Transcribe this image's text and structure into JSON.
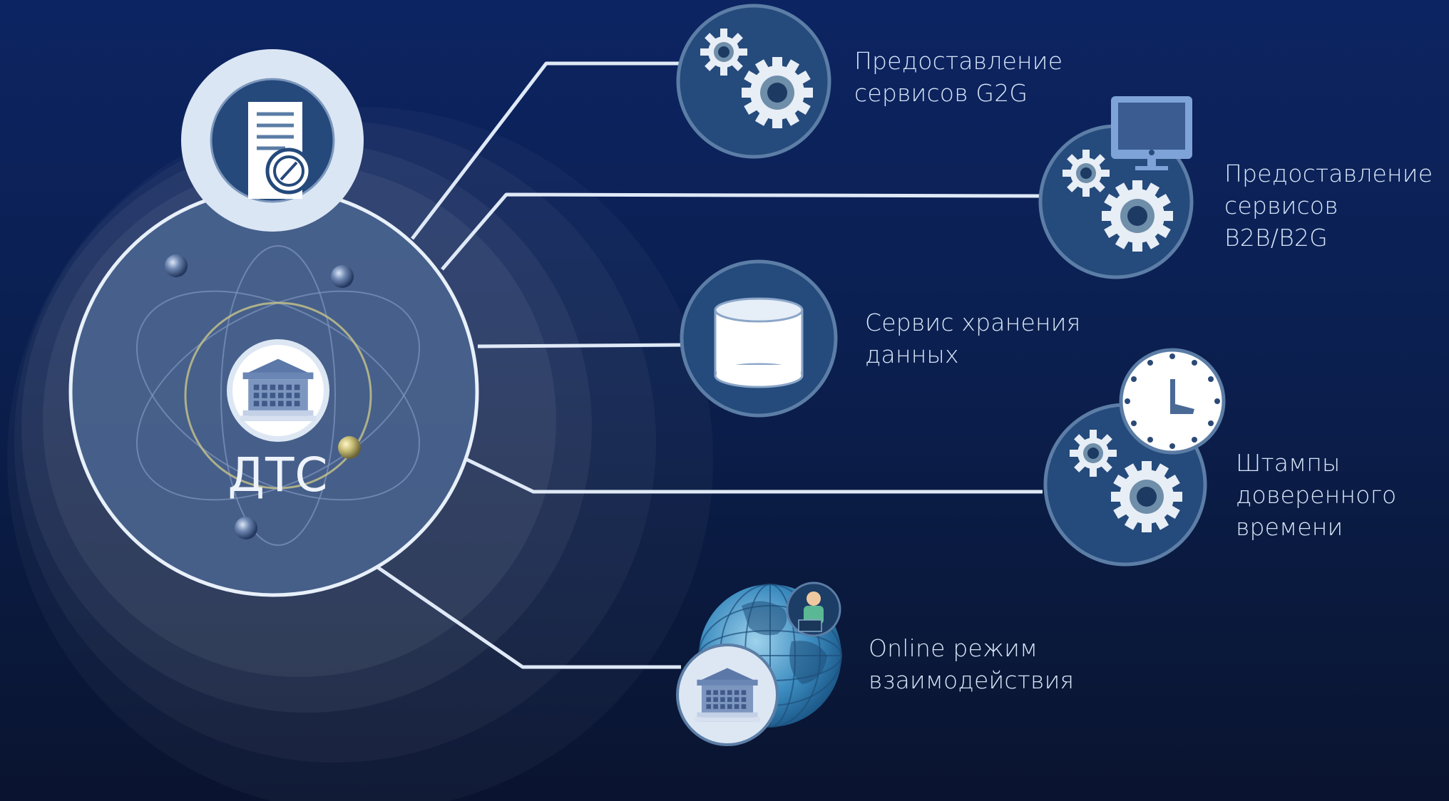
{
  "center": {
    "title": "ДТС"
  },
  "services": [
    {
      "lines": [
        "Предоставление",
        "сервисов G2G"
      ],
      "icon": "gears-icon"
    },
    {
      "lines": [
        "Предоставление",
        "сервисов B2B/B2G"
      ],
      "icon": "gears-monitor-icon"
    },
    {
      "lines": [
        "Сервис хранения",
        "данных"
      ],
      "icon": "database-icon"
    },
    {
      "lines": [
        "Штампы",
        "доверенного",
        "времени"
      ],
      "icon": "gears-clock-icon"
    },
    {
      "lines": [
        "Online режим",
        "взаимодействия"
      ],
      "icon": "globe-bank-icon"
    }
  ],
  "colors": {
    "background_top": "#0c2462",
    "background_bottom": "#0a1430",
    "node_fill": "#254a7c",
    "node_stroke": "#5c7ea6",
    "connector": "#dfe9f7",
    "text": "#d8e6f8",
    "accent_gold": "#c8c48a"
  }
}
